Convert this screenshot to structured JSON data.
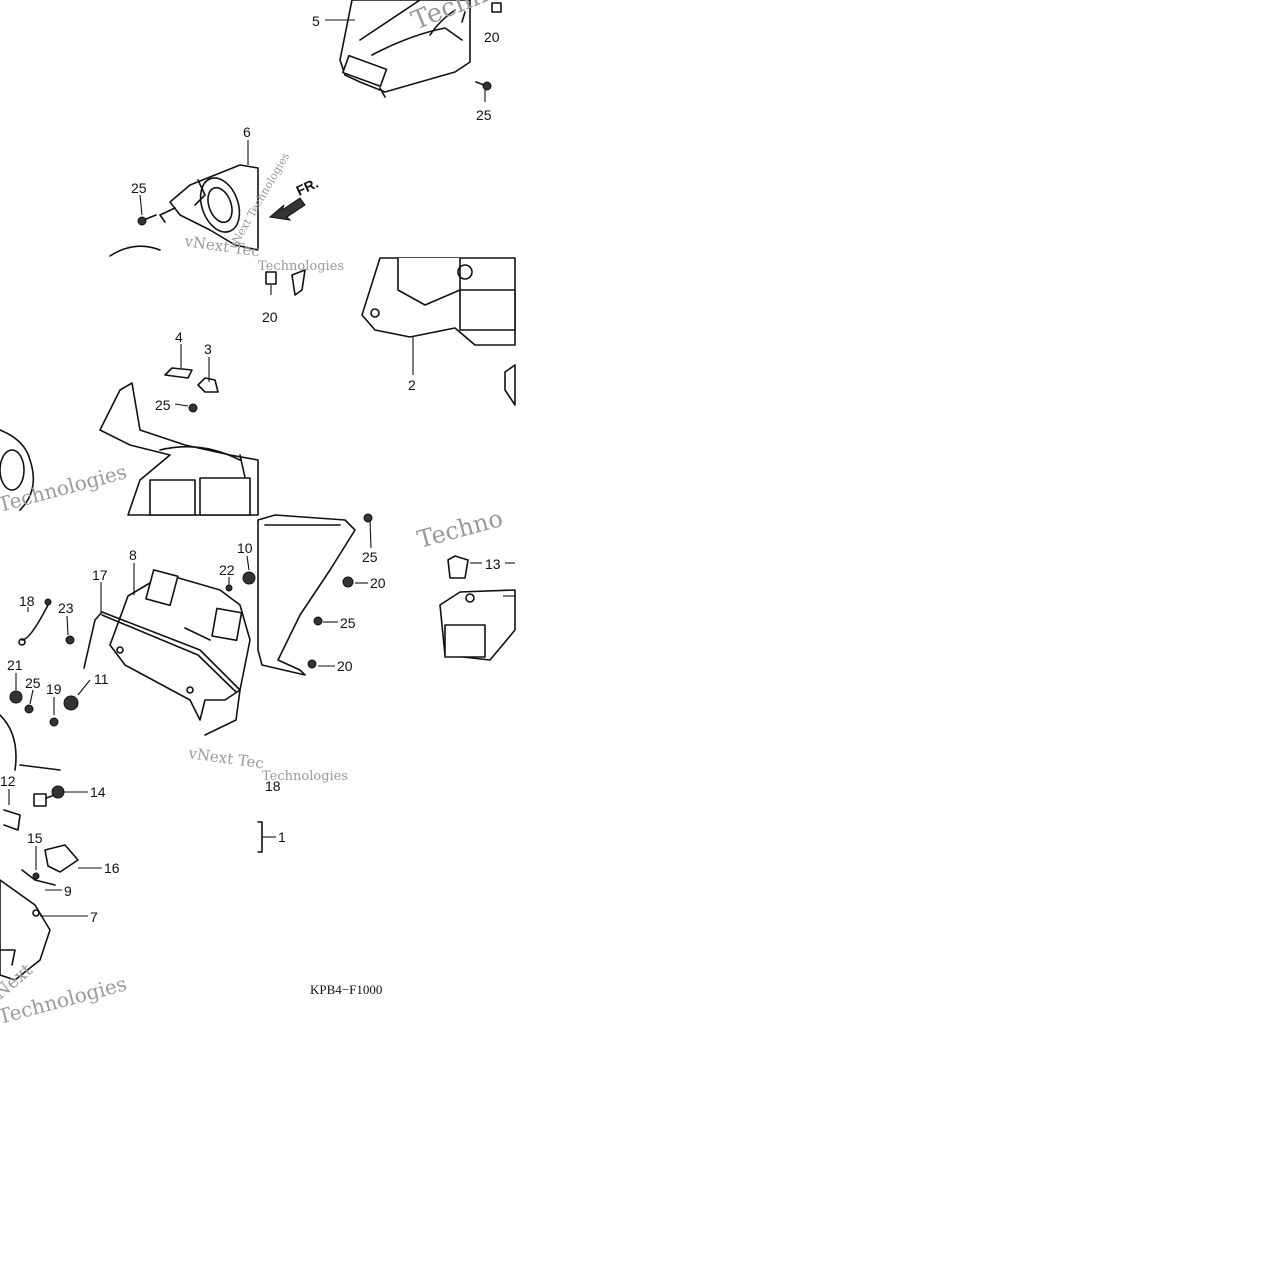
{
  "diagram": {
    "code": "KPB4−F1000",
    "direction_label": "FR.",
    "watermark_texts": [
      "vNext Technologies",
      "Technologies",
      "Techno",
      "vNext Tec",
      "Technologies",
      "Techno",
      "vNext Tec",
      "Technologies",
      "Technologies",
      "Next"
    ],
    "callouts": [
      "5",
      "20",
      "25",
      "6",
      "25",
      "20",
      "4",
      "3",
      "25",
      "2",
      "8",
      "10",
      "22",
      "25",
      "20",
      "13",
      "17",
      "18",
      "23",
      "25",
      "20",
      "21",
      "25",
      "19",
      "11",
      "12",
      "14",
      "18",
      "1",
      "15",
      "16",
      "9",
      "7"
    ]
  }
}
